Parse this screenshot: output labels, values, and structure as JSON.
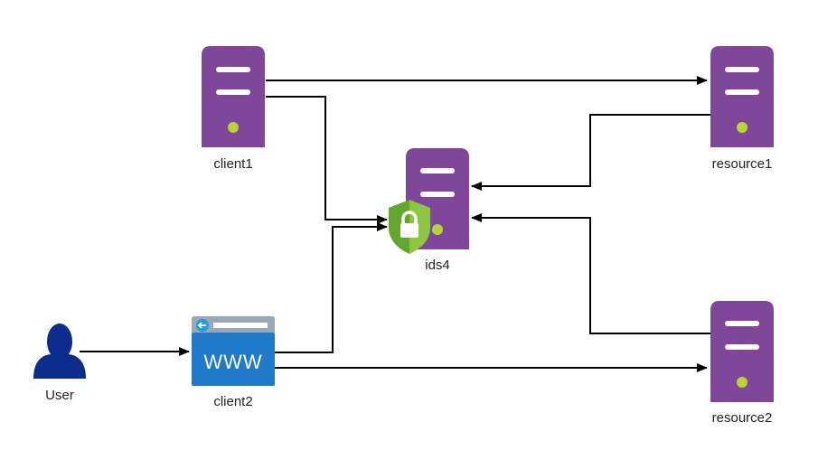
{
  "nodes": {
    "client1": {
      "label": "client1",
      "icon": "server-icon"
    },
    "resource1": {
      "label": "resource1",
      "icon": "server-icon"
    },
    "ids4": {
      "label": "ids4",
      "icon": "server-icon",
      "badge_icon": "lock-shield-icon"
    },
    "client2": {
      "label": "client2",
      "icon": "web-browser-icon",
      "browser_text": "WWW"
    },
    "resource2": {
      "label": "resource2",
      "icon": "server-icon"
    },
    "user": {
      "label": "User",
      "icon": "user-icon"
    }
  },
  "colors": {
    "server": "#7E479A",
    "server_line": "#FFFFFF",
    "server_dot": "#B7D334",
    "shield_light": "#8DC63F",
    "shield_dark": "#64A52E",
    "browser_blue": "#1F7AC9",
    "browser_top": "#9AA7B5",
    "user_blue": "#0B2C8C",
    "arrow": "#000000"
  }
}
